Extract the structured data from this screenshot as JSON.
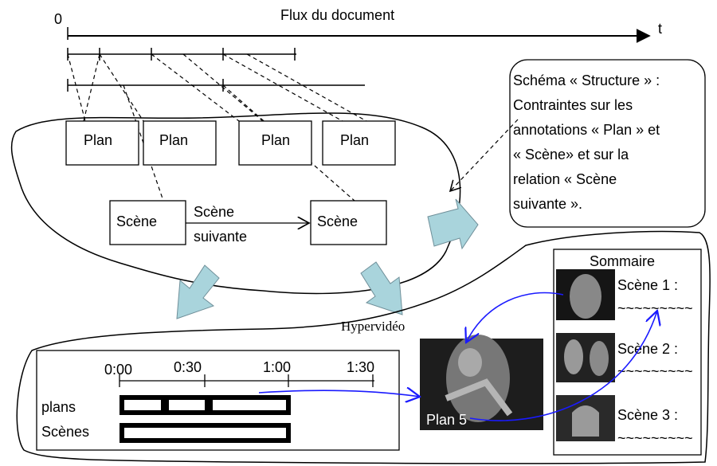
{
  "document_flow": {
    "title": "Flux du document",
    "origin_label": "0",
    "time_label": "t"
  },
  "structure_schema": {
    "lines": [
      "Schéma « Structure » :",
      "Contraintes sur les",
      "annotations « Plan » et",
      "« Scène» et sur la",
      "relation « Scène",
      "suivante »."
    ]
  },
  "shots": {
    "labels": [
      "Plan",
      "Plan",
      "Plan",
      "Plan"
    ]
  },
  "scenes": {
    "left_label": "Scène",
    "right_label": "Scène",
    "relation_line1": "Scène",
    "relation_line2": "suivante"
  },
  "hypervideo": {
    "label": "Hypervidéo"
  },
  "timeline": {
    "ticks": [
      "0:00",
      "0:30",
      "1:00",
      "1:30"
    ],
    "row_shots": "plans",
    "row_scenes": "Scènes"
  },
  "video_frame": {
    "caption": "Plan 5"
  },
  "summary": {
    "title": "Sommaire",
    "entries": [
      {
        "label": "Scène 1 :",
        "tilde": "~~~~~~~~~"
      },
      {
        "label": "Scène 2 :",
        "tilde": "~~~~~~~~~"
      },
      {
        "label": "Scène 3 :",
        "tilde": "~~~~~~~~~"
      }
    ]
  },
  "colors": {
    "link_arrow": "#1a1aff",
    "big_arrow_fill": "#a9d4dc",
    "big_arrow_stroke": "#6f8f99"
  }
}
